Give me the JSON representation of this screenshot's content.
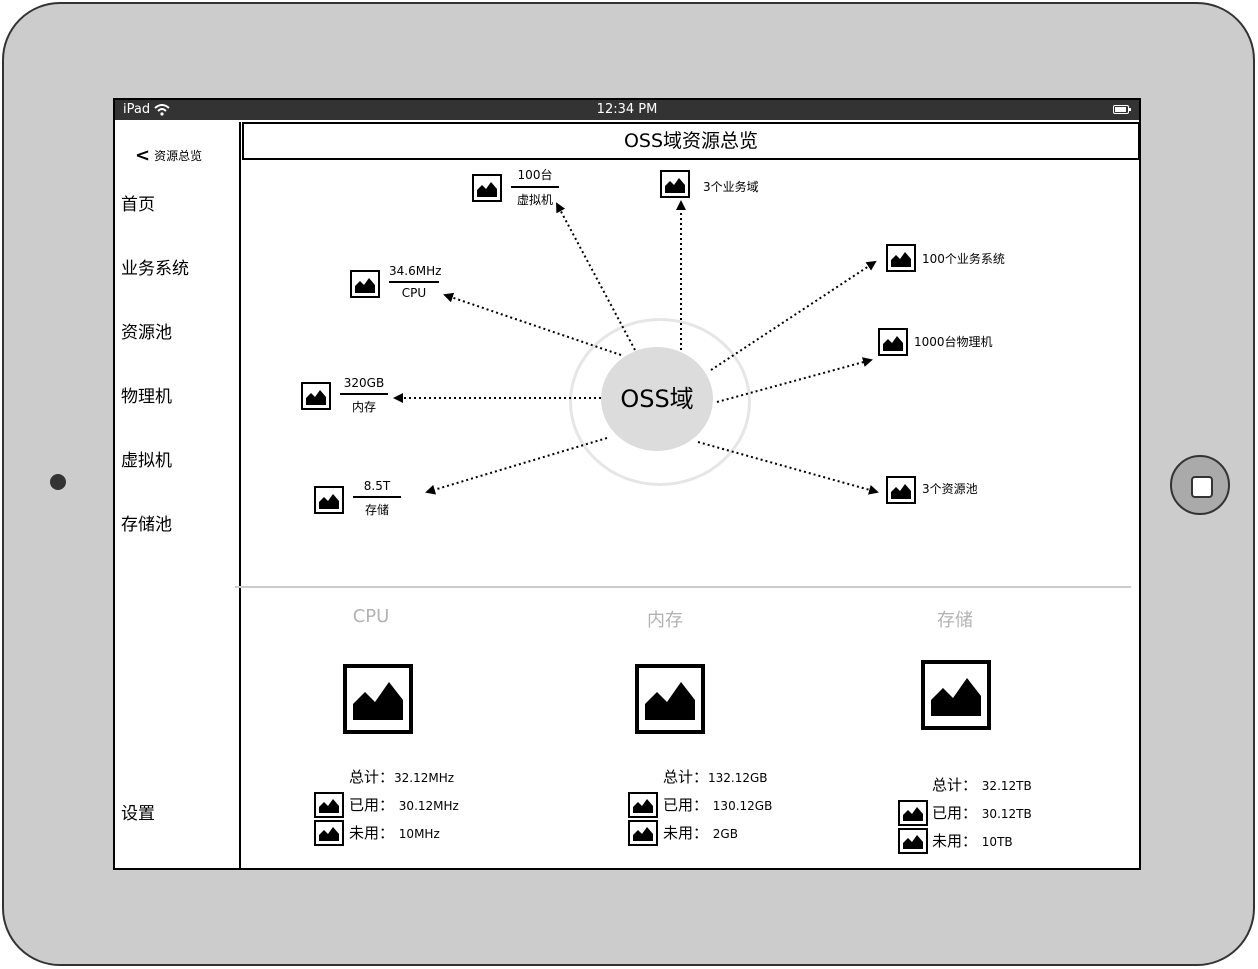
{
  "status_bar": {
    "device": "iPad",
    "time": "12:34 PM"
  },
  "sidebar": {
    "back_label": "资源总览",
    "items": [
      {
        "label": "首页"
      },
      {
        "label": "业务系统"
      },
      {
        "label": "资源池"
      },
      {
        "label": "物理机"
      },
      {
        "label": "虚拟机"
      },
      {
        "label": "存储池"
      }
    ],
    "settings_label": "设置"
  },
  "header": {
    "title": "OSS域资源总览"
  },
  "hub": {
    "center_label": "OSS域",
    "vm": {
      "value": "100台",
      "unit": "虚拟机"
    },
    "domains": "3个业务域",
    "systems": "100个业务系统",
    "physical": "1000台物理机",
    "pools": "3个资源池",
    "cpu": {
      "value": "34.6MHz",
      "unit": "CPU"
    },
    "memory": {
      "value": "320GB",
      "unit": "内存"
    },
    "storage": {
      "value": "8.5T",
      "unit": "存储"
    }
  },
  "summary": [
    {
      "title": "CPU",
      "total_label": "总计：",
      "total": "32.12MHz",
      "used_label": "已用：",
      "used": "30.12MHz",
      "unused_label": "未用：",
      "unused": "10MHz"
    },
    {
      "title": "内存",
      "total_label": "总计：",
      "total": "132.12GB",
      "used_label": "已用：",
      "used": "130.12GB",
      "unused_label": "未用：",
      "unused": "2GB"
    },
    {
      "title": "存储",
      "total_label": "总计：",
      "total": "32.12TB",
      "used_label": "已用：",
      "used": "30.12TB",
      "unused_label": "未用：",
      "unused": "10TB"
    }
  ]
}
